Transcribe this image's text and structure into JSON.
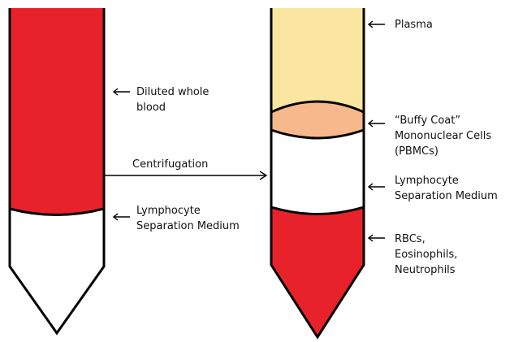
{
  "left_tube": {
    "labels": {
      "whole_blood": [
        "Diluted whole",
        "blood"
      ],
      "separation_medium": [
        "Lymphocyte",
        "Separation Medium"
      ]
    }
  },
  "centrifugation": {
    "label": "Centrifugation"
  },
  "right_tube": {
    "labels": {
      "plasma": [
        "Plasma"
      ],
      "buffy_coat": [
        "“Buffy Coat”",
        "Mononuclear Cells",
        "(PBMCs)"
      ],
      "separation_medium": [
        "Lymphocyte",
        "Separation Medium"
      ],
      "rbcs": [
        "RBCs,",
        "Eosinophils,",
        "Neutrophils"
      ]
    }
  },
  "colors": {
    "blood_red": "#e8222a",
    "plasma_yellow": "#fae6a0",
    "buffy_coat": "#f7b98c",
    "medium_white": "#ffffff",
    "outline": "#000000"
  }
}
